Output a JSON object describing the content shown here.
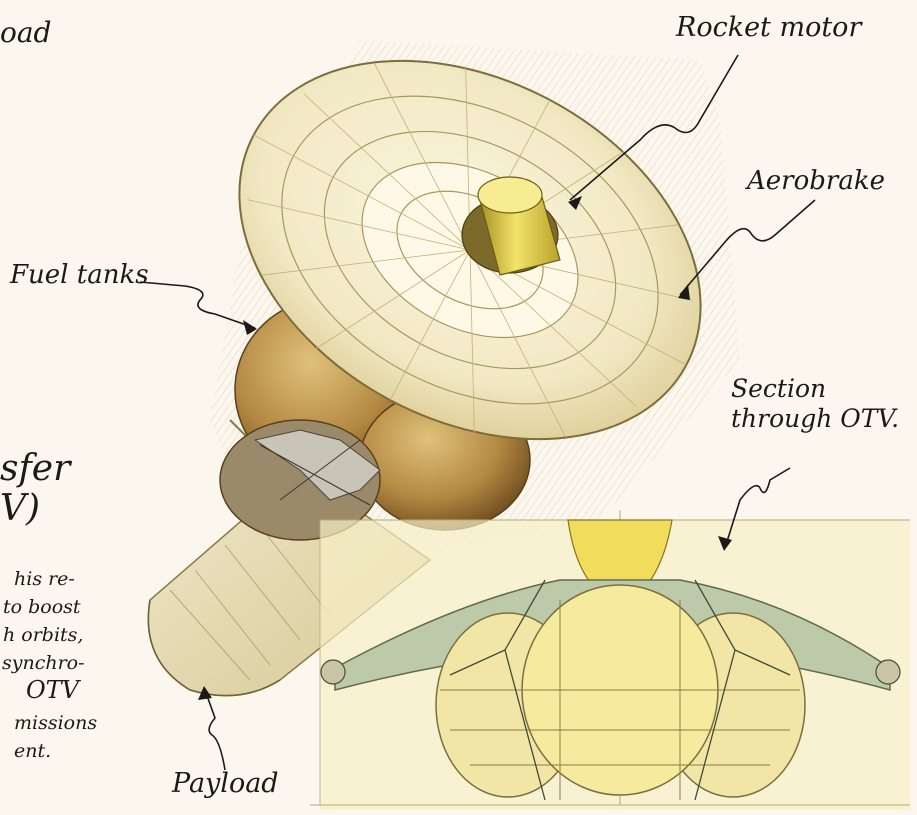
{
  "labels": {
    "rocket_motor": "Rocket motor",
    "aerobrake": "Aerobrake",
    "fuel_tanks": "Fuel tanks",
    "section_line1": "Section",
    "section_line2": "through OTV.",
    "payload_bottom": "Payload",
    "payload_top_fragment": "oad"
  },
  "cropped_heading": {
    "line1": "sfer",
    "line2": "V)"
  },
  "cropped_body": [
    "his re-",
    "to boost",
    "h orbits,",
    "synchro-",
    "OTV",
    "missions",
    "ent."
  ],
  "colors": {
    "paper": "#fbf7ee",
    "ink": "#1c1a16",
    "aerobrake_cream": "#f3eccd",
    "tank_brown": "#b88f4a",
    "motor_yellow": "#e8d34a",
    "payload_cream": "#ebe4c2",
    "section_green": "#b9c8a8",
    "section_yellow": "#f3e7a0"
  }
}
